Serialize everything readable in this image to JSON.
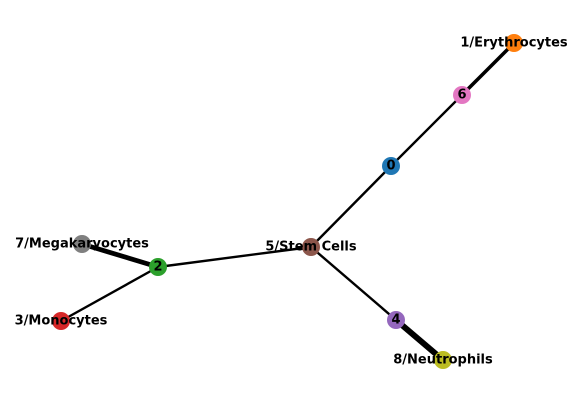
{
  "graph": {
    "nodes": [
      {
        "id": "0",
        "label": "0",
        "color": "#1f77b4"
      },
      {
        "id": "1",
        "label": "1/Erythrocytes",
        "color": "#ff7f0e"
      },
      {
        "id": "2",
        "label": "2",
        "color": "#2ca02c"
      },
      {
        "id": "3",
        "label": "3/Monocytes",
        "color": "#d62728"
      },
      {
        "id": "4",
        "label": "4",
        "color": "#9467bd"
      },
      {
        "id": "5",
        "label": "5/Stem Cells",
        "color": "#8c564b"
      },
      {
        "id": "6",
        "label": "6",
        "color": "#e377c2"
      },
      {
        "id": "7",
        "label": "7/Megakaryocytes",
        "color": "#7f7f7f"
      },
      {
        "id": "8",
        "label": "8/Neutrophils",
        "color": "#bcbd22"
      }
    ],
    "edges": [
      {
        "source": "5",
        "target": "0",
        "weight": 1
      },
      {
        "source": "0",
        "target": "6",
        "weight": 1
      },
      {
        "source": "6",
        "target": "1",
        "weight": 2
      },
      {
        "source": "5",
        "target": "2",
        "weight": 1
      },
      {
        "source": "2",
        "target": "7",
        "weight": 3
      },
      {
        "source": "2",
        "target": "3",
        "weight": 1
      },
      {
        "source": "5",
        "target": "4",
        "weight": 1
      },
      {
        "source": "4",
        "target": "8",
        "weight": 4
      }
    ]
  }
}
